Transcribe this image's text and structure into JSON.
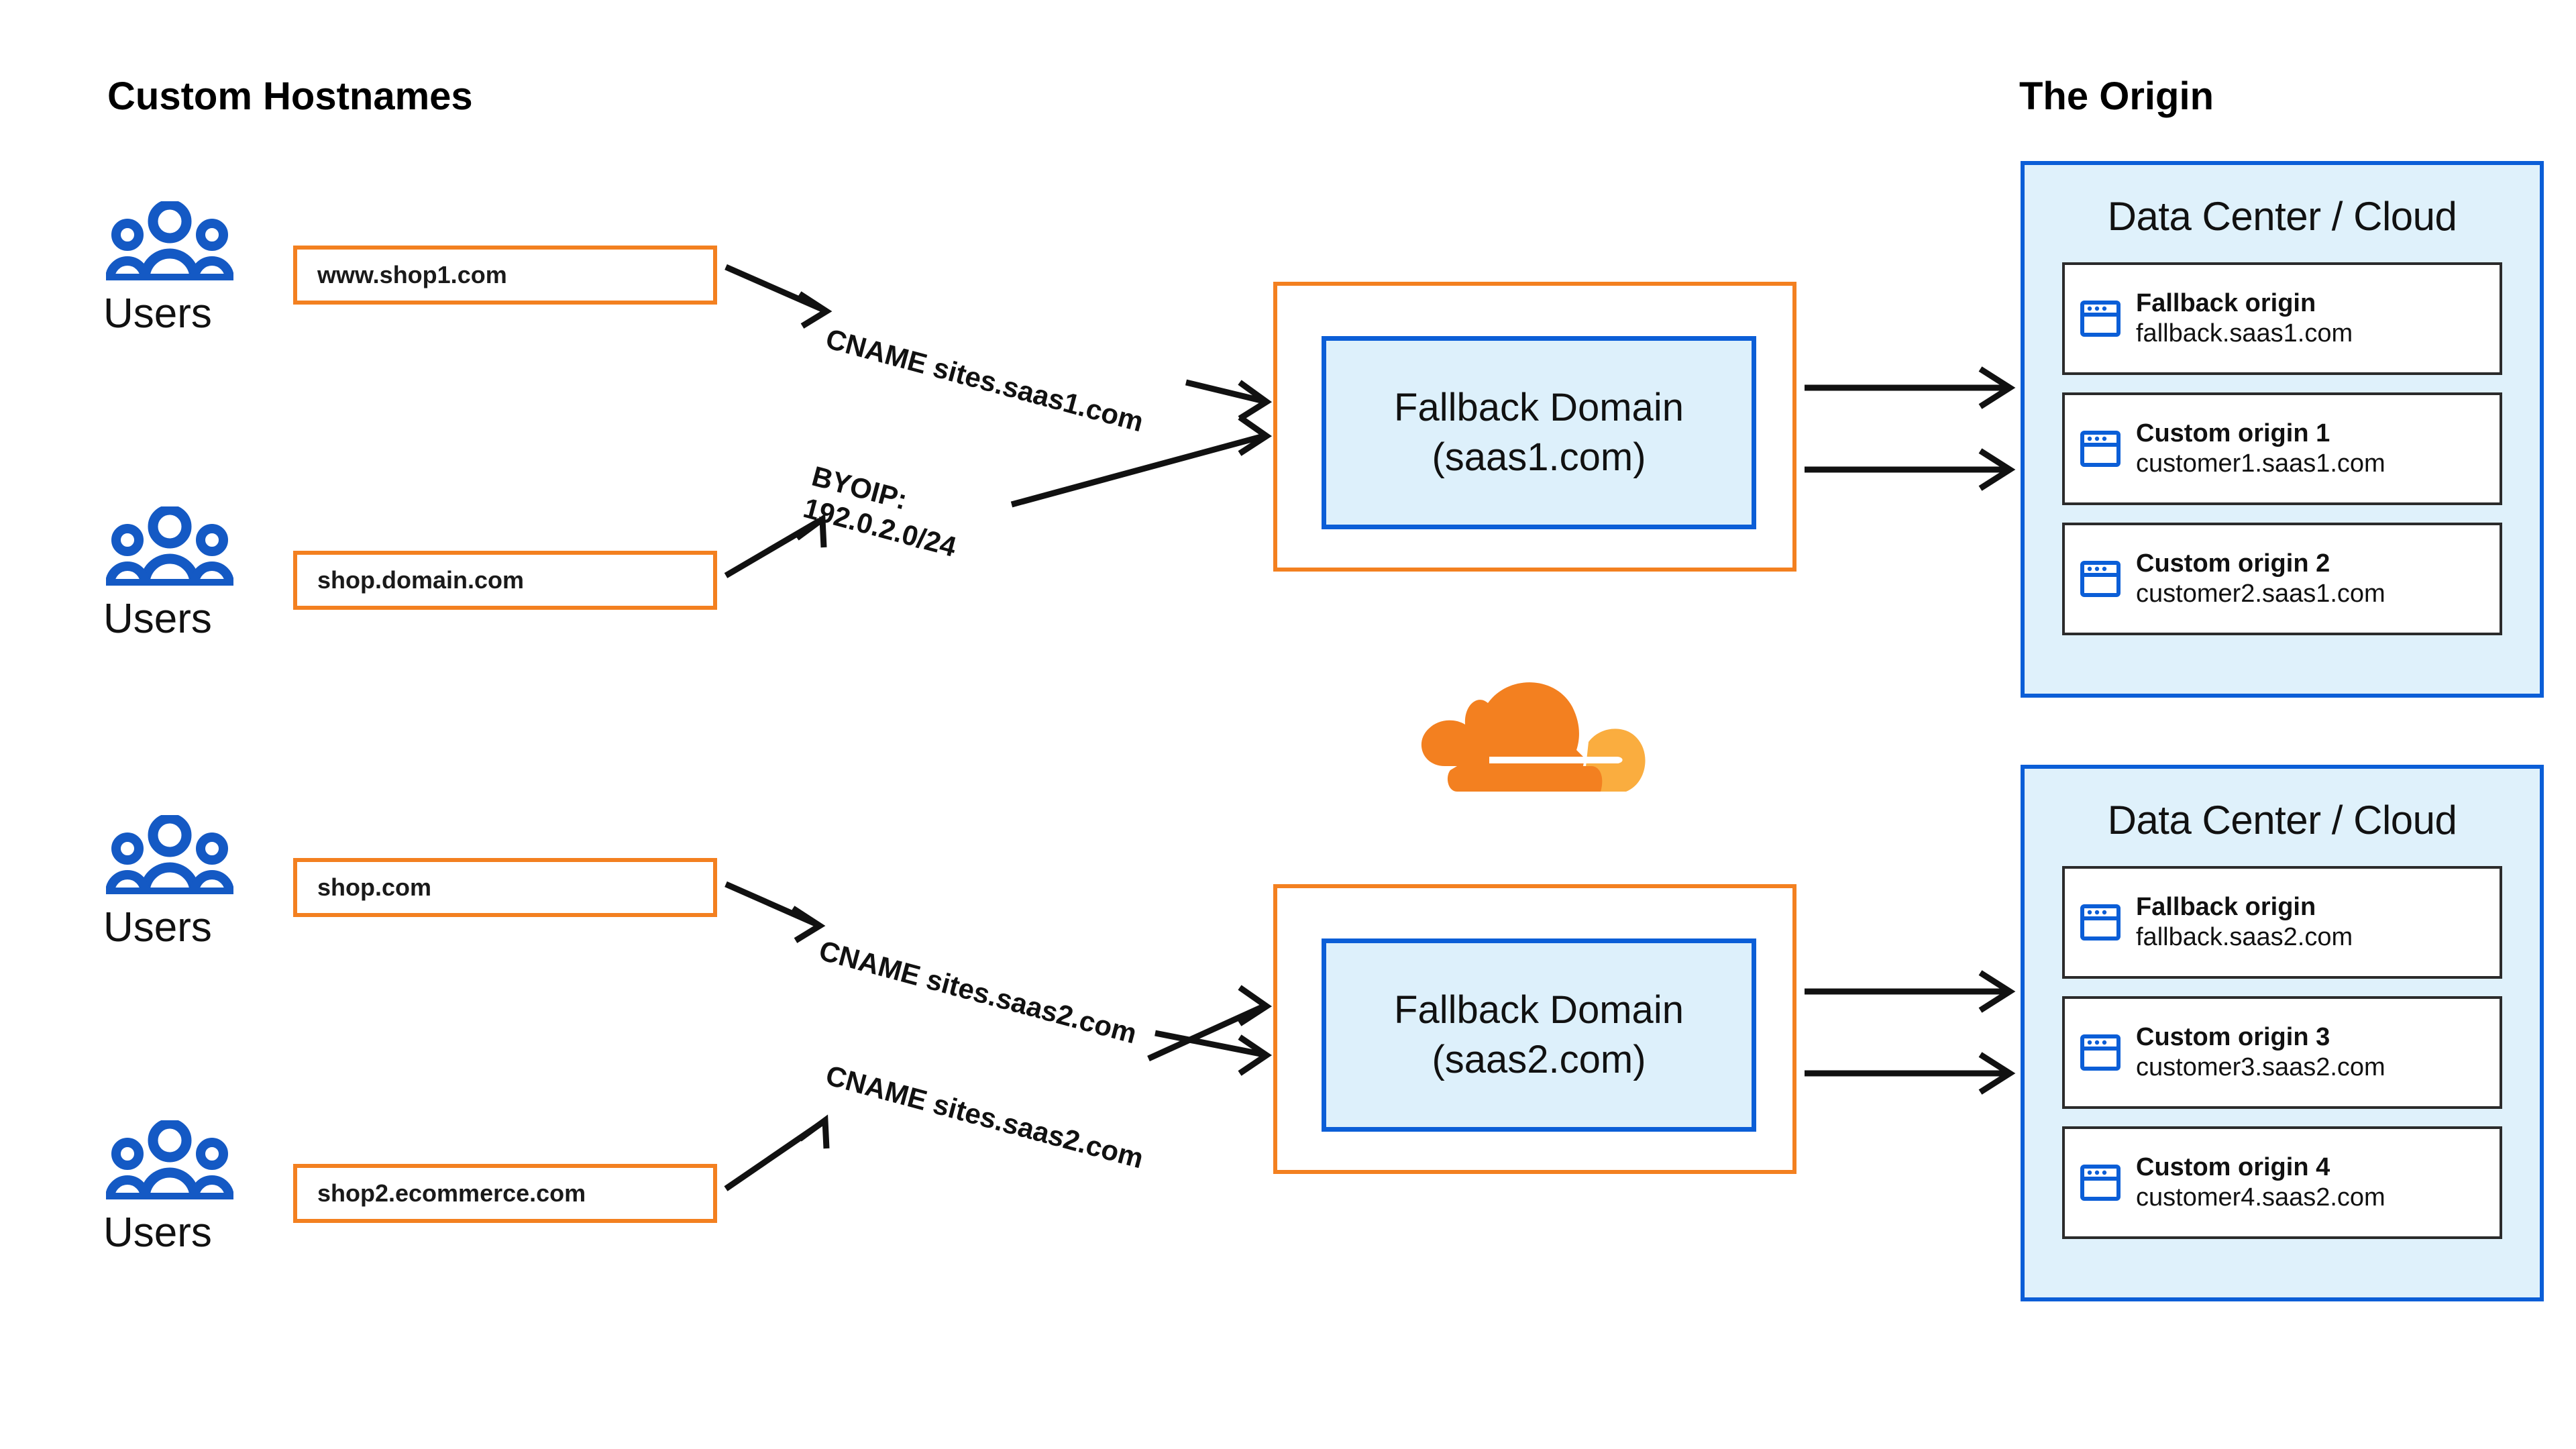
{
  "headings": {
    "left": "Custom Hostnames",
    "right": "The Origin"
  },
  "users": [
    {
      "label": "Users",
      "icon": "users-icon"
    },
    {
      "label": "Users",
      "icon": "users-icon"
    },
    {
      "label": "Users",
      "icon": "users-icon"
    },
    {
      "label": "Users",
      "icon": "users-icon"
    }
  ],
  "hostnames": [
    {
      "value": "www.shop1.com"
    },
    {
      "value": "shop.domain.com"
    },
    {
      "value": "shop.com"
    },
    {
      "value": "shop2.ecommerce.com"
    }
  ],
  "arrow_labels": [
    {
      "line1": "CNAME sites.saas1.com",
      "line2": ""
    },
    {
      "line1": "BYOIP:",
      "line2": "192.0.2.0/24"
    },
    {
      "line1": "CNAME sites.saas2.com",
      "line2": ""
    },
    {
      "line1": "CNAME sites.saas2.com",
      "line2": ""
    }
  ],
  "fallback_domains": [
    {
      "title": "Fallback Domain",
      "domain": "(saas1.com)"
    },
    {
      "title": "Fallback Domain",
      "domain": "(saas2.com)"
    }
  ],
  "datacenters": [
    {
      "title": "Data Center / Cloud",
      "origins": [
        {
          "name": "Fallback origin",
          "hostname": "fallback.saas1.com",
          "icon": "browser-window-icon"
        },
        {
          "name": "Custom origin 1",
          "hostname": "customer1.saas1.com",
          "icon": "browser-window-icon"
        },
        {
          "name": "Custom origin 2",
          "hostname": "customer2.saas1.com",
          "icon": "browser-window-icon"
        }
      ]
    },
    {
      "title": "Data Center / Cloud",
      "origins": [
        {
          "name": "Fallback origin",
          "hostname": "fallback.saas2.com",
          "icon": "browser-window-icon"
        },
        {
          "name": "Custom origin 3",
          "hostname": "customer3.saas2.com",
          "icon": "browser-window-icon"
        },
        {
          "name": "Custom origin 4",
          "hostname": "customer4.saas2.com",
          "icon": "browser-window-icon"
        }
      ]
    }
  ],
  "logo": {
    "name": "cloudflare-logo"
  },
  "colors": {
    "orange": "#F38020",
    "orange_light": "#FAAD3F",
    "blue": "#0B5ED7",
    "blue_fill": "#DFF1FB",
    "arrow": "#111111",
    "text": "#111111"
  }
}
